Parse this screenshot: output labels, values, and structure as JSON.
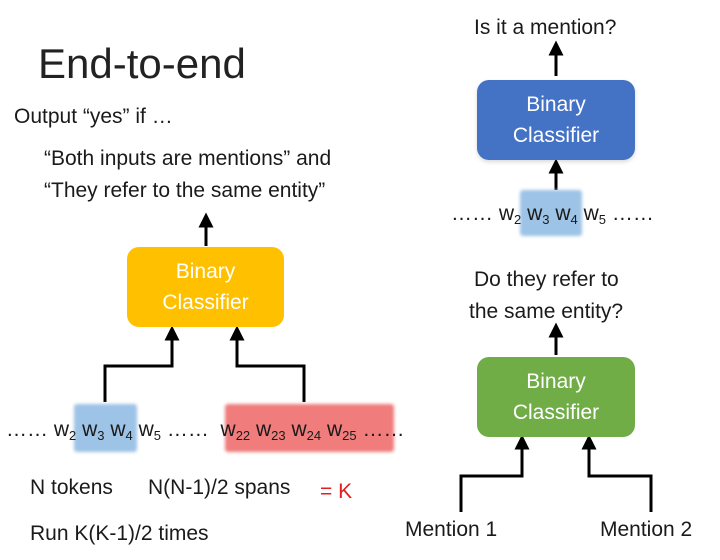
{
  "title": "End-to-end",
  "left": {
    "output_intro": "Output “yes” if …",
    "condition_1": "“Both inputs are mentions” and",
    "condition_2": "“They refer to the same entity”",
    "classifier": {
      "line1": "Binary",
      "line2": "Classifier",
      "color": "#ffc000"
    },
    "sequence": {
      "lead": "……",
      "tokens": [
        {
          "w": "w",
          "i": "2"
        },
        {
          "w": "w",
          "i": "3"
        },
        {
          "w": "w",
          "i": "4"
        },
        {
          "w": "w",
          "i": "5"
        },
        {
          "w": "……",
          "i": ""
        },
        {
          "w": "w",
          "i": "22"
        },
        {
          "w": "w",
          "i": "23"
        },
        {
          "w": "w",
          "i": "24"
        },
        {
          "w": "w",
          "i": "25"
        }
      ],
      "trail": "……",
      "span1_color": "#9dc3e6",
      "span2_color": "#f07c7c"
    },
    "n_tokens": "N tokens",
    "spans": "N(N-1)/2 spans",
    "equals_k": "= K",
    "run": "Run K(K-1)/2 times"
  },
  "right_top": {
    "question": "Is it a mention?",
    "classifier": {
      "line1": "Binary",
      "line2": "Classifier",
      "color": "#4472c4"
    },
    "sequence": {
      "lead": "……",
      "tokens": [
        {
          "w": "w",
          "i": "2"
        },
        {
          "w": "w",
          "i": "3"
        },
        {
          "w": "w",
          "i": "4"
        },
        {
          "w": "w",
          "i": "5"
        }
      ],
      "trail": "……"
    }
  },
  "right_bottom": {
    "question_1": "Do they refer to",
    "question_2": "the same entity?",
    "classifier": {
      "line1": "Binary",
      "line2": "Classifier",
      "color": "#70ad47"
    },
    "mention_1": "Mention 1",
    "mention_2": "Mention 2"
  },
  "highlight_color": "#e02020"
}
